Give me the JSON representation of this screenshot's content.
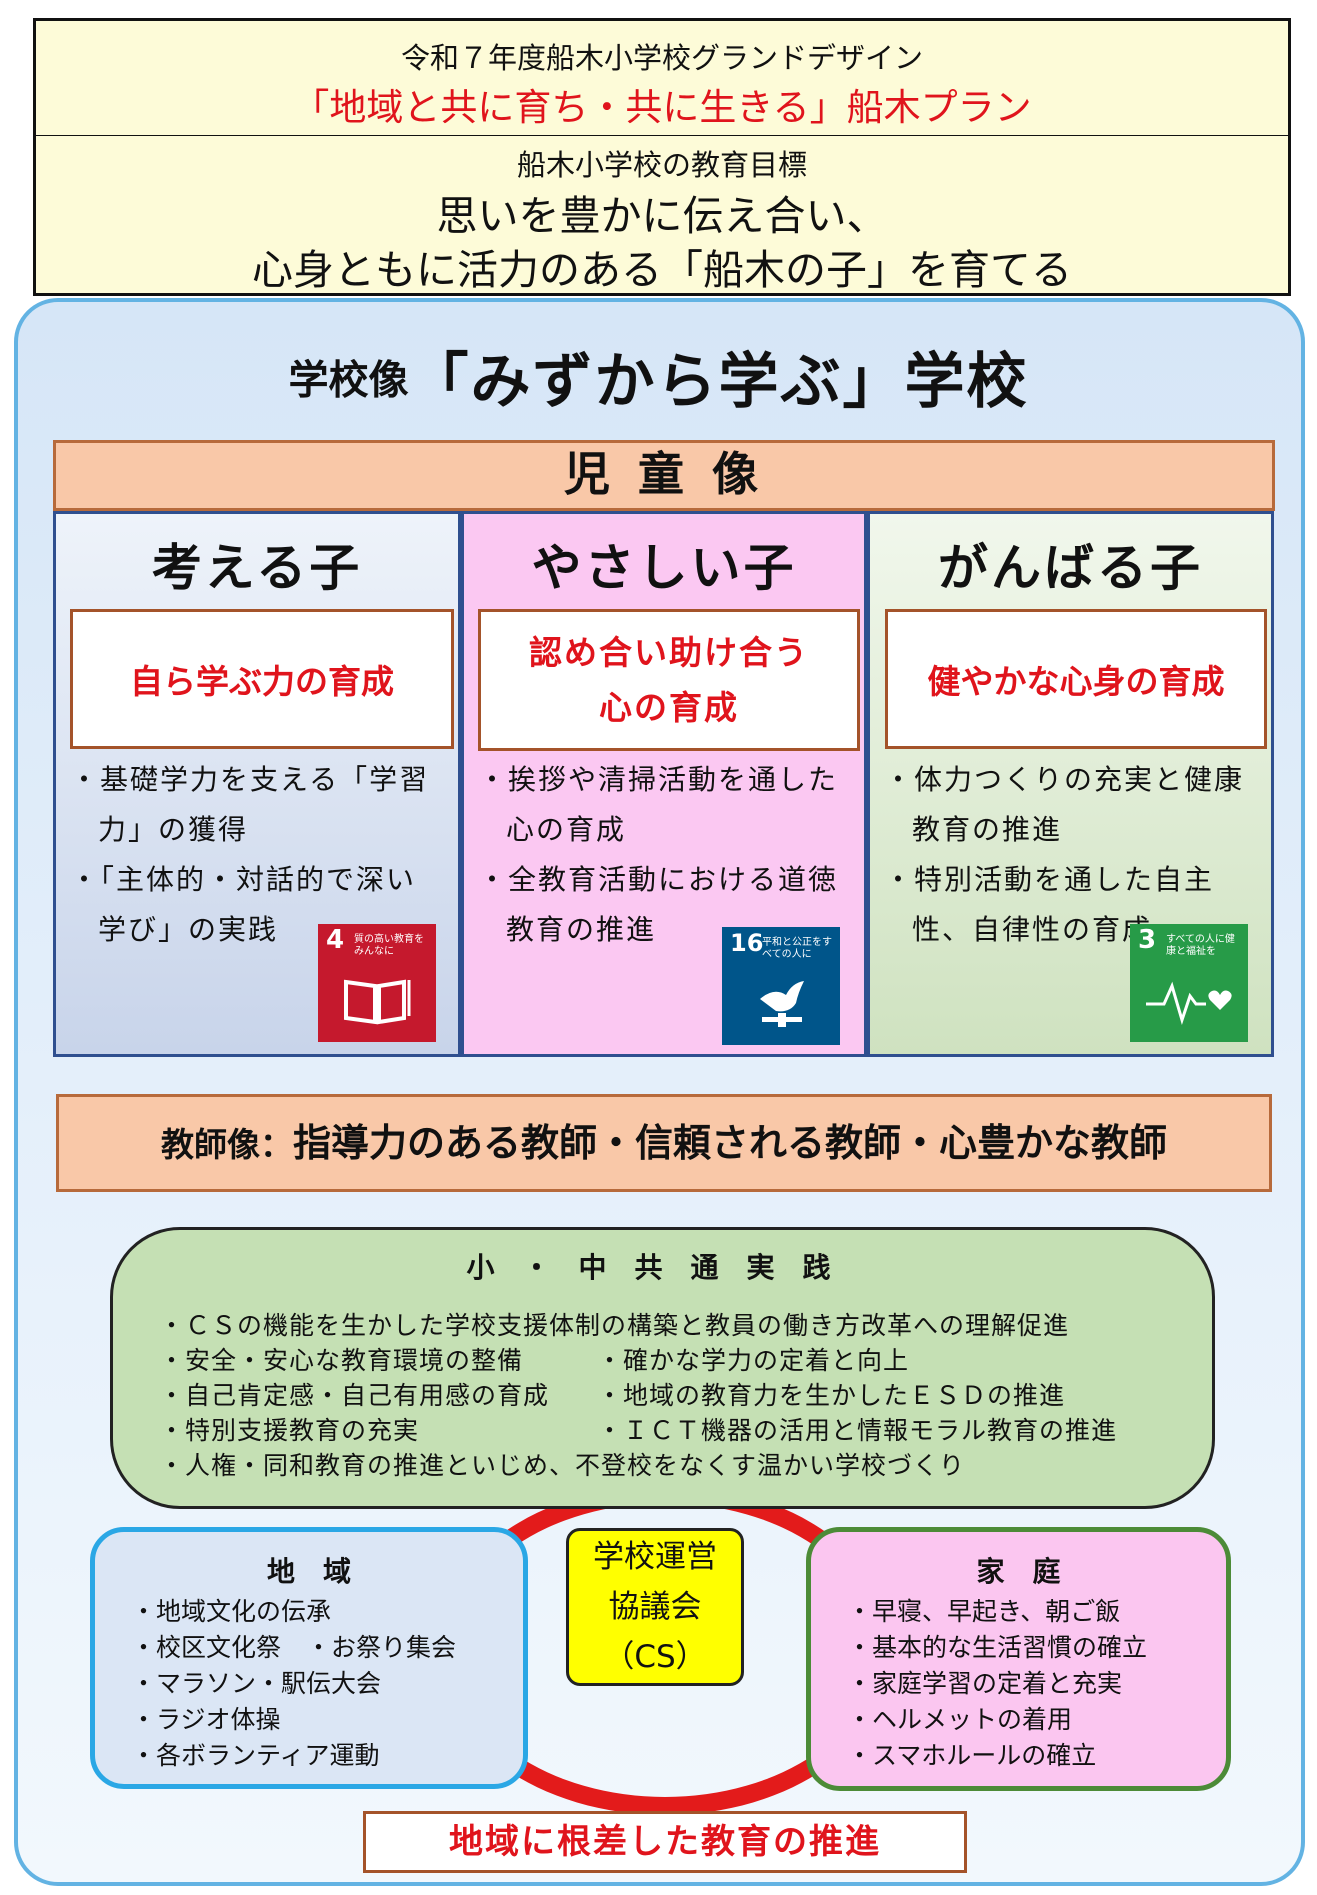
{
  "header": {
    "year_title": "令和７年度船木小学校グランドデザイン",
    "plan_title": "「地域と共に育ち・共に生きる」船木プラン",
    "goal_label": "船木小学校の教育目標",
    "goal_line1": "思いを豊かに伝え合い、",
    "goal_line2": "心身ともに活力のある「船木の子」を育てる"
  },
  "school_image": {
    "label": "学校像",
    "value": "「みずから学ぶ」学校"
  },
  "student_image": {
    "title": "児 童 像"
  },
  "columns": [
    {
      "title": "考える子",
      "focus": [
        "自ら学ぶ力の育成"
      ],
      "bullets": [
        "・基礎学力を支える「学習力」の獲得",
        "・「主体的・対話的で深い学び」の実践"
      ],
      "sdg": {
        "number": "4",
        "label": "質の高い教育をみんなに",
        "color": "#c5192d",
        "icon": "book-icon"
      }
    },
    {
      "title": "やさしい子",
      "focus": [
        "認め合い助け合う",
        "心の育成"
      ],
      "bullets": [
        "・挨拶や清掃活動を通した心の育成",
        "・全教育活動における道徳教育の推進"
      ],
      "sdg": {
        "number": "16",
        "label": "平和と公正をすべての人に",
        "color": "#00558a",
        "icon": "dove-icon"
      }
    },
    {
      "title": "がんばる子",
      "focus": [
        "健やかな心身の育成"
      ],
      "bullets": [
        "・体力つくりの充実と健康教育の推進",
        "・特別活動を通した自主性、自律性の育成"
      ],
      "sdg": {
        "number": "3",
        "label": "すべての人に健康と福祉を",
        "color": "#279b48",
        "icon": "heartbeat-icon"
      }
    }
  ],
  "teacher_image": {
    "label": "教師像：",
    "value": "指導力のある教師・信頼される教師・心豊かな教師"
  },
  "practice": {
    "title": "小・中共通実践",
    "lines": [
      "・ＣＳの機能を生かした学校支援体制の構築と教員の働き方改革への理解促進",
      "・安全・安心な教育環境の整備",
      "・確かな学力の定着と向上",
      "・自己肯定感・自己有用感の育成",
      "・地域の教育力を生かしたＥＳＤの推進",
      "・特別支援教育の充実",
      "・ＩＣＴ機器の活用と情報モラル教育の推進",
      "・人権・同和教育の推進といじめ、不登校をなくす温かい学校づくり"
    ]
  },
  "community": {
    "title": "地　域",
    "items": [
      "・地域文化の伝承",
      "・校区文化祭　・お祭り集会",
      "・マラソン・駅伝大会",
      "・ラジオ体操",
      "・各ボランティア運動"
    ]
  },
  "cs": {
    "line1": "学校運営",
    "line2": "協議会",
    "line3": "（CS）"
  },
  "home": {
    "title": "家　庭",
    "items": [
      "・早寝、早起き、朝ご飯",
      "・基本的な生活習慣の確立",
      "・家庭学習の定着と充実",
      "・ヘルメットの着用",
      "・スマホルールの確立"
    ]
  },
  "footer": "地域に根差した教育の推進",
  "colors": {
    "accent_red": "#e0141c",
    "panel_border": "#63b3e3",
    "salmon": "#f9c8a8",
    "green_panel": "#c5e0b4",
    "cs_yellow": "#ffff00",
    "home_pink": "#fbc6f0"
  }
}
